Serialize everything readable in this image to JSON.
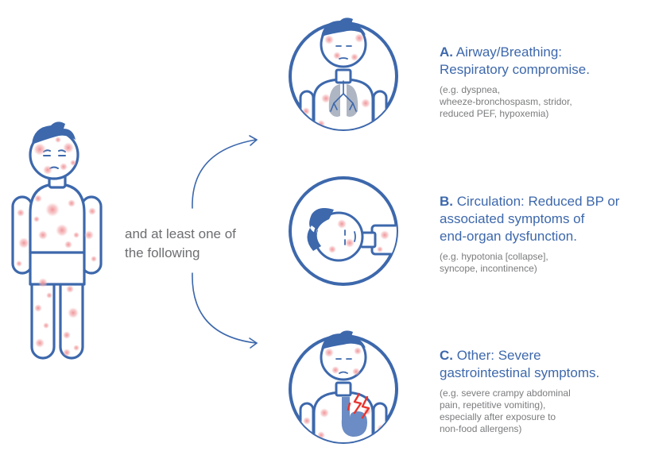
{
  "colors": {
    "outline": "#3d68ac",
    "rash": "#f2a4a6",
    "lungs": "#aeb6c4",
    "bronchi": "#3d68ac",
    "pain": "#e8342e",
    "connector_text": "#6d6e71",
    "example_text": "#7b7c7e"
  },
  "connector": {
    "line1": "and at least one of",
    "line2": "the following"
  },
  "criteria": [
    {
      "letter": "A.",
      "title_lines": [
        "Airway/Breathing:",
        "Respiratory compromise."
      ],
      "example_lines": [
        "(e.g. dyspnea,",
        "wheeze-bronchospasm, stridor,",
        "reduced PEF, hypoxemia)"
      ],
      "icon": "lungs-icon"
    },
    {
      "letter": "B.",
      "title_lines": [
        "Circulation: Reduced BP or",
        "associated symptoms of",
        "end-organ dysfunction."
      ],
      "example_lines": [
        "(e.g. hypotonia [collapse],",
        "syncope, incontinence)"
      ],
      "icon": "collapsed-person-icon"
    },
    {
      "letter": "C.",
      "title_lines": [
        "Other: Severe",
        "gastrointestinal symptoms."
      ],
      "example_lines": [
        "(e.g. severe crampy abdominal",
        "pain, repetitive vomiting),",
        "especially after exposure to",
        "non-food allergens)"
      ],
      "icon": "stomach-pain-icon"
    }
  ]
}
